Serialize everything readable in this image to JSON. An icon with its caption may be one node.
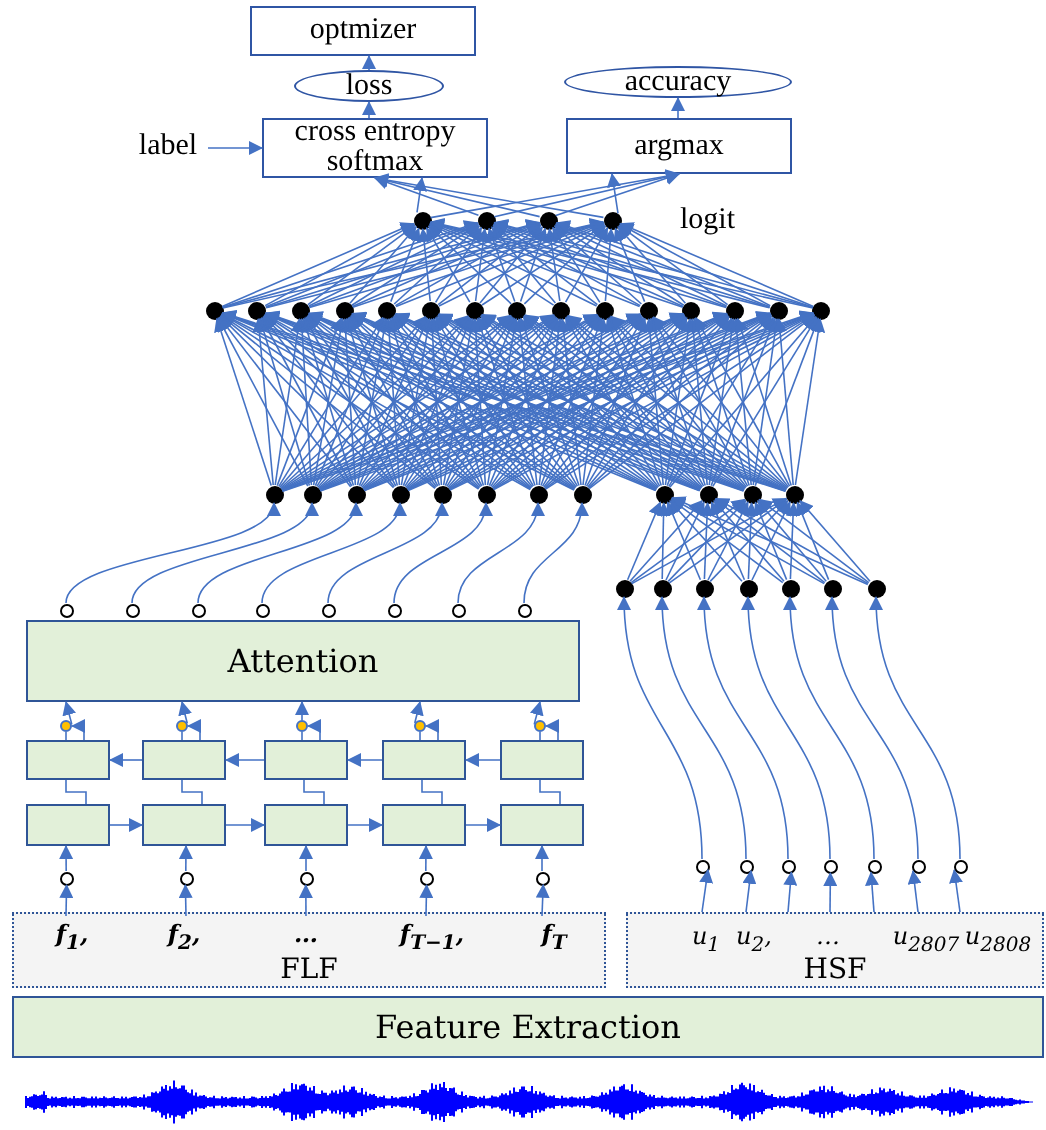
{
  "diagram": {
    "nodes": [
      {
        "text": [
          "optmizer"
        ]
      },
      {
        "text": [
          "loss"
        ]
      },
      {
        "text": [
          "accuracy"
        ]
      },
      {
        "text": [
          "cross entropy softmax"
        ]
      },
      {
        "text": [
          "argmax"
        ]
      },
      {
        "text": [
          "label"
        ]
      },
      {
        "text": [],
        "shape": "circle"
      },
      {
        "text": [],
        "shape": "circle"
      },
      {
        "text": [],
        "shape": "circle"
      },
      {
        "text": [],
        "shape": "circle"
      },
      {
        "text": [],
        "shape": "circle"
      },
      {
        "text": [],
        "shape": "circle"
      },
      {
        "text": [],
        "shape": "circle"
      },
      {
        "text": [],
        "shape": "circle"
      },
      {
        "text": [],
        "shape": "circle"
      },
      {
        "text": [],
        "shape": "circle"
      },
      {
        "text": [],
        "shape": "circle"
      },
      {
        "text": [],
        "shape": "circle"
      },
      {
        "text": [],
        "shape": "circle"
      },
      {
        "text": [],
        "shape": "circle"
      },
      {
        "text": [],
        "shape": "circle"
      },
      {
        "text": [],
        "shape": "circle"
      },
      {
        "text": [],
        "shape": "circle"
      },
      {
        "text": [],
        "shape": "circle"
      },
      {
        "text": [],
        "shape": "circle"
      },
      {
        "text": [],
        "shape": "circle"
      },
      {
        "text": [],
        "shape": "circle"
      },
      {
        "text": [],
        "shape": "circle"
      },
      {
        "text": [],
        "shape": "circle"
      },
      {
        "text": [],
        "shape": "circle"
      },
      {
        "text": [],
        "shape": "circle"
      },
      {
        "text": [],
        "shape": "circle"
      },
      {
        "text": [],
        "shape": "circle"
      },
      {
        "text": [],
        "shape": "circle"
      },
      {
        "text": [],
        "shape": "circle"
      },
      {
        "text": [],
        "shape": "circle"
      },
      {
        "text": [],
        "shape": "circle"
      },
      {
        "text": [],
        "shape": "circle"
      },
      {
        "text": [],
        "shape": "circle"
      },
      {
        "text": [],
        "shape": "circle"
      },
      {
        "text": [],
        "shape": "circle"
      },
      {
        "text": [],
        "shape": "circle"
      },
      {
        "text": [],
        "shape": "circle"
      },
      {
        "text": [],
        "shape": "circle"
      },
      {
        "text": [],
        "shape": "circle"
      },
      {
        "text": [],
        "shape": "circle"
      },
      {
        "text": [],
        "shape": "circle"
      },
      {
        "text": [],
        "shape": "circle"
      },
      {
        "text": [],
        "shape": "circle"
      },
      {
        "text": [],
        "shape": "circle"
      },
      {
        "text": [],
        "shape": "circle"
      },
      {
        "text": [],
        "shape": "circle"
      },
      {
        "text": [
          "Attention"
        ]
      },
      {
        "text": [],
        "shape": "circle"
      },
      {
        "text": [],
        "shape": "circle"
      },
      {
        "text": [],
        "shape": "circle"
      },
      {
        "text": [],
        "shape": "circle"
      },
      {
        "text": [],
        "shape": "circle"
      },
      {
        "text": [],
        "shape": "box"
      },
      {
        "text": [],
        "shape": "box"
      },
      {
        "text": [],
        "shape": "box"
      },
      {
        "text": [],
        "shape": "box"
      },
      {
        "text": [],
        "shape": "box"
      },
      {
        "text": [],
        "shape": "box"
      },
      {
        "text": [],
        "shape": "box"
      },
      {
        "text": [],
        "shape": "box"
      },
      {
        "text": [],
        "shape": "box"
      },
      {
        "text": [],
        "shape": "box"
      },
      {
        "text": [],
        "shape": "circle"
      },
      {
        "text": [],
        "shape": "circle"
      },
      {
        "text": [],
        "shape": "circle"
      },
      {
        "text": [],
        "shape": "circle"
      },
      {
        "text": [],
        "shape": "circle"
      },
      {
        "text": [],
        "shape": "circle"
      },
      {
        "text": [],
        "shape": "circle"
      },
      {
        "text": [],
        "shape": "circle"
      },
      {
        "text": [],
        "shape": "circle"
      },
      {
        "text": [],
        "shape": "circle"
      },
      {
        "text": [],
        "shape": "circle"
      },
      {
        "text": [],
        "shape": "circle"
      },
      {
        "text": [
          "FLF"
        ]
      },
      {
        "text": [
          "f$_{1}$,"
        ],
        "in": 80
      },
      {
        "text": [
          "f$_{2}$,"
        ],
        "in": 80
      },
      {
        "text": [
          "…"
        ],
        "in": 80
      },
      {
        "text": [
          "f$_{T−1}$,"
        ],
        "in": 80
      },
      {
        "text": [
          "f$_{T}$"
        ],
        "in": 80
      },
      {
        "text": [
          "HSF"
        ]
      },
      {
        "text": [
          "u$_{1}$"
        ],
        "in": 86
      },
      {
        "text": [
          "u$_{2}$,"
        ],
        "in": 86
      },
      {
        "text": [
          "…"
        ],
        "in": 86
      },
      {
        "text": [
          "u$_{2807}$"
        ],
        "in": 86
      },
      {
        "text": [
          "u$_{2808}$"
        ],
        "in": 86
      },
      {
        "text": [
          "Feature Extraction"
        ]
      }
    ],
    "edges": [
      {
        "from": 3,
        "to": 1,
        "arrow": "to"
      },
      {
        "from": 1,
        "to": 0,
        "arrow": "to"
      },
      {
        "from": 4,
        "to": 2,
        "arrow": "to"
      },
      {
        "from": 5,
        "to": 3,
        "arrow": "to"
      },
      {
        "from": 6,
        "to": 3,
        "arrow": "to"
      },
      {
        "from": 6,
        "to": 4,
        "arrow": "to"
      },
      {
        "from": 7,
        "to": 3,
        "arrow": "to"
      },
      {
        "from": 7,
        "to": 4,
        "arrow": "to"
      },
      {
        "from": 8,
        "to": 3,
        "arrow": "to"
      },
      {
        "from": 8,
        "to": 4,
        "arrow": "to"
      },
      {
        "from": 9,
        "to": 3,
        "arrow": "to"
      },
      {
        "from": 9,
        "to": 4,
        "arrow": "to"
      },
      {
        "from": 10,
        "to": 6,
        "arrow": "to"
      },
      {
        "from": 10,
        "to": 7,
        "arrow": "to"
      },
      {
        "from": 10,
        "to": 8,
        "arrow": "to"
      },
      {
        "from": 10,
        "to": 9,
        "arrow": "to"
      },
      {
        "from": 11,
        "to": 6,
        "arrow": "to"
      },
      {
        "from": 11,
        "to": 7,
        "arrow": "to"
      },
      {
        "from": 11,
        "to": 8,
        "arrow": "to"
      },
      {
        "from": 11,
        "to": 9,
        "arrow": "to"
      },
      {
        "from": 12,
        "to": 6,
        "arrow": "to"
      },
      {
        "from": 12,
        "to": 7,
        "arrow": "to"
      },
      {
        "from": 12,
        "to": 8,
        "arrow": "to"
      },
      {
        "from": 12,
        "to": 9,
        "arrow": "to"
      },
      {
        "from": 13,
        "to": 6,
        "arrow": "to"
      },
      {
        "from": 13,
        "to": 7,
        "arrow": "to"
      },
      {
        "from": 13,
        "to": 8,
        "arrow": "to"
      },
      {
        "from": 13,
        "to": 9,
        "arrow": "to"
      },
      {
        "from": 14,
        "to": 6,
        "arrow": "to"
      },
      {
        "from": 14,
        "to": 7,
        "arrow": "to"
      },
      {
        "from": 14,
        "to": 8,
        "arrow": "to"
      },
      {
        "from": 14,
        "to": 9,
        "arrow": "to"
      },
      {
        "from": 15,
        "to": 6,
        "arrow": "to"
      },
      {
        "from": 15,
        "to": 7,
        "arrow": "to"
      },
      {
        "from": 15,
        "to": 8,
        "arrow": "to"
      },
      {
        "from": 15,
        "to": 9,
        "arrow": "to"
      },
      {
        "from": 16,
        "to": 6,
        "arrow": "to"
      },
      {
        "from": 16,
        "to": 7,
        "arrow": "to"
      },
      {
        "from": 16,
        "to": 8,
        "arrow": "to"
      },
      {
        "from": 16,
        "to": 9,
        "arrow": "to"
      },
      {
        "from": 17,
        "to": 6,
        "arrow": "to"
      },
      {
        "from": 17,
        "to": 7,
        "arrow": "to"
      },
      {
        "from": 17,
        "to": 8,
        "arrow": "to"
      },
      {
        "from": 17,
        "to": 9,
        "arrow": "to"
      },
      {
        "from": 18,
        "to": 6,
        "arrow": "to"
      },
      {
        "from": 18,
        "to": 7,
        "arrow": "to"
      },
      {
        "from": 18,
        "to": 8,
        "arrow": "to"
      },
      {
        "from": 18,
        "to": 9,
        "arrow": "to"
      },
      {
        "from": 19,
        "to": 6,
        "arrow": "to"
      },
      {
        "from": 19,
        "to": 7,
        "arrow": "to"
      },
      {
        "from": 19,
        "to": 8,
        "arrow": "to"
      },
      {
        "from": 19,
        "to": 9,
        "arrow": "to"
      },
      {
        "from": 20,
        "to": 6,
        "arrow": "to"
      },
      {
        "from": 20,
        "to": 7,
        "arrow": "to"
      },
      {
        "from": 20,
        "to": 8,
        "arrow": "to"
      },
      {
        "from": 20,
        "to": 9,
        "arrow": "to"
      },
      {
        "from": 21,
        "to": 6,
        "arrow": "to"
      },
      {
        "from": 21,
        "to": 7,
        "arrow": "to"
      },
      {
        "from": 21,
        "to": 8,
        "arrow": "to"
      },
      {
        "from": 21,
        "to": 9,
        "arrow": "to"
      },
      {
        "from": 22,
        "to": 6,
        "arrow": "to"
      },
      {
        "from": 22,
        "to": 7,
        "arrow": "to"
      },
      {
        "from": 22,
        "to": 8,
        "arrow": "to"
      },
      {
        "from": 22,
        "to": 9,
        "arrow": "to"
      },
      {
        "from": 23,
        "to": 6,
        "arrow": "to"
      },
      {
        "from": 23,
        "to": 7,
        "arrow": "to"
      },
      {
        "from": 23,
        "to": 8,
        "arrow": "to"
      },
      {
        "from": 23,
        "to": 9,
        "arrow": "to"
      },
      {
        "from": 24,
        "to": 6,
        "arrow": "to"
      },
      {
        "from": 24,
        "to": 7,
        "arrow": "to"
      },
      {
        "from": 24,
        "to": 8,
        "arrow": "to"
      },
      {
        "from": 24,
        "to": 9,
        "arrow": "to"
      },
      {
        "from": 25,
        "to": 10,
        "arrow": "to"
      },
      {
        "from": 25,
        "to": 11,
        "arrow": "to"
      },
      {
        "from": 25,
        "to": 12,
        "arrow": "to"
      },
      {
        "from": 25,
        "to": 13,
        "arrow": "to"
      },
      {
        "from": 25,
        "to": 14,
        "arrow": "to"
      },
      {
        "from": 25,
        "to": 15,
        "arrow": "to"
      },
      {
        "from": 25,
        "to": 16,
        "arrow": "to"
      },
      {
        "from": 25,
        "to": 17,
        "arrow": "to"
      },
      {
        "from": 25,
        "to": 18,
        "arrow": "to"
      },
      {
        "from": 25,
        "to": 19,
        "arrow": "to"
      },
      {
        "from": 25,
        "to": 20,
        "arrow": "to"
      },
      {
        "from": 25,
        "to": 21,
        "arrow": "to"
      },
      {
        "from": 25,
        "to": 22,
        "arrow": "to"
      },
      {
        "from": 25,
        "to": 23,
        "arrow": "to"
      },
      {
        "from": 25,
        "to": 24,
        "arrow": "to"
      },
      {
        "from": 26,
        "to": 10,
        "arrow": "to"
      },
      {
        "from": 26,
        "to": 11,
        "arrow": "to"
      },
      {
        "from": 26,
        "to": 12,
        "arrow": "to"
      },
      {
        "from": 26,
        "to": 13,
        "arrow": "to"
      },
      {
        "from": 26,
        "to": 14,
        "arrow": "to"
      },
      {
        "from": 26,
        "to": 15,
        "arrow": "to"
      },
      {
        "from": 26,
        "to": 16,
        "arrow": "to"
      },
      {
        "from": 26,
        "to": 17,
        "arrow": "to"
      },
      {
        "from": 26,
        "to": 18,
        "arrow": "to"
      },
      {
        "from": 26,
        "to": 19,
        "arrow": "to"
      },
      {
        "from": 26,
        "to": 20,
        "arrow": "to"
      },
      {
        "from": 26,
        "to": 21,
        "arrow": "to"
      },
      {
        "from": 26,
        "to": 22,
        "arrow": "to"
      },
      {
        "from": 26,
        "to": 23,
        "arrow": "to"
      },
      {
        "from": 26,
        "to": 24,
        "arrow": "to"
      },
      {
        "from": 27,
        "to": 10,
        "arrow": "to"
      },
      {
        "from": 27,
        "to": 11,
        "arrow": "to"
      },
      {
        "from": 27,
        "to": 12,
        "arrow": "to"
      },
      {
        "from": 27,
        "to": 13,
        "arrow": "to"
      },
      {
        "from": 27,
        "to": 14,
        "arrow": "to"
      },
      {
        "from": 27,
        "to": 15,
        "arrow": "to"
      },
      {
        "from": 27,
        "to": 16,
        "arrow": "to"
      },
      {
        "from": 27,
        "to": 17,
        "arrow": "to"
      },
      {
        "from": 27,
        "to": 18,
        "arrow": "to"
      },
      {
        "from": 27,
        "to": 19,
        "arrow": "to"
      },
      {
        "from": 27,
        "to": 20,
        "arrow": "to"
      },
      {
        "from": 27,
        "to": 21,
        "arrow": "to"
      },
      {
        "from": 27,
        "to": 22,
        "arrow": "to"
      },
      {
        "from": 27,
        "to": 23,
        "arrow": "to"
      },
      {
        "from": 27,
        "to": 24,
        "arrow": "to"
      },
      {
        "from": 28,
        "to": 10,
        "arrow": "to"
      },
      {
        "from": 28,
        "to": 11,
        "arrow": "to"
      },
      {
        "from": 28,
        "to": 12,
        "arrow": "to"
      },
      {
        "from": 28,
        "to": 13,
        "arrow": "to"
      },
      {
        "from": 28,
        "to": 14,
        "arrow": "to"
      },
      {
        "from": 28,
        "to": 15,
        "arrow": "to"
      },
      {
        "from": 28,
        "to": 16,
        "arrow": "to"
      },
      {
        "from": 28,
        "to": 17,
        "arrow": "to"
      },
      {
        "from": 28,
        "to": 18,
        "arrow": "to"
      },
      {
        "from": 28,
        "to": 19,
        "arrow": "to"
      },
      {
        "from": 28,
        "to": 20,
        "arrow": "to"
      },
      {
        "from": 28,
        "to": 21,
        "arrow": "to"
      },
      {
        "from": 28,
        "to": 22,
        "arrow": "to"
      },
      {
        "from": 28,
        "to": 23,
        "arrow": "to"
      },
      {
        "from": 28,
        "to": 24,
        "arrow": "to"
      },
      {
        "from": 29,
        "to": 10,
        "arrow": "to"
      },
      {
        "from": 29,
        "to": 11,
        "arrow": "to"
      },
      {
        "from": 29,
        "to": 12,
        "arrow": "to"
      },
      {
        "from": 29,
        "to": 13,
        "arrow": "to"
      },
      {
        "from": 29,
        "to": 14,
        "arrow": "to"
      },
      {
        "from": 29,
        "to": 15,
        "arrow": "to"
      },
      {
        "from": 29,
        "to": 16,
        "arrow": "to"
      },
      {
        "from": 29,
        "to": 17,
        "arrow": "to"
      },
      {
        "from": 29,
        "to": 18,
        "arrow": "to"
      },
      {
        "from": 29,
        "to": 19,
        "arrow": "to"
      },
      {
        "from": 29,
        "to": 20,
        "arrow": "to"
      },
      {
        "from": 29,
        "to": 21,
        "arrow": "to"
      },
      {
        "from": 29,
        "to": 22,
        "arrow": "to"
      },
      {
        "from": 29,
        "to": 23,
        "arrow": "to"
      },
      {
        "from": 29,
        "to": 24,
        "arrow": "to"
      },
      {
        "from": 30,
        "to": 10,
        "arrow": "to"
      },
      {
        "from": 30,
        "to": 11,
        "arrow": "to"
      },
      {
        "from": 30,
        "to": 12,
        "arrow": "to"
      },
      {
        "from": 30,
        "to": 13,
        "arrow": "to"
      },
      {
        "from": 30,
        "to": 14,
        "arrow": "to"
      },
      {
        "from": 30,
        "to": 15,
        "arrow": "to"
      },
      {
        "from": 30,
        "to": 16,
        "arrow": "to"
      },
      {
        "from": 30,
        "to": 17,
        "arrow": "to"
      },
      {
        "from": 30,
        "to": 18,
        "arrow": "to"
      },
      {
        "from": 30,
        "to": 19,
        "arrow": "to"
      },
      {
        "from": 30,
        "to": 20,
        "arrow": "to"
      },
      {
        "from": 30,
        "to": 21,
        "arrow": "to"
      },
      {
        "from": 30,
        "to": 22,
        "arrow": "to"
      },
      {
        "from": 30,
        "to": 23,
        "arrow": "to"
      },
      {
        "from": 30,
        "to": 24,
        "arrow": "to"
      },
      {
        "from": 31,
        "to": 10,
        "arrow": "to"
      },
      {
        "from": 31,
        "to": 11,
        "arrow": "to"
      },
      {
        "from": 31,
        "to": 12,
        "arrow": "to"
      },
      {
        "from": 31,
        "to": 13,
        "arrow": "to"
      },
      {
        "from": 31,
        "to": 14,
        "arrow": "to"
      },
      {
        "from": 31,
        "to": 15,
        "arrow": "to"
      },
      {
        "from": 31,
        "to": 16,
        "arrow": "to"
      },
      {
        "from": 31,
        "to": 17,
        "arrow": "to"
      },
      {
        "from": 31,
        "to": 18,
        "arrow": "to"
      },
      {
        "from": 31,
        "to": 19,
        "arrow": "to"
      },
      {
        "from": 31,
        "to": 20,
        "arrow": "to"
      },
      {
        "from": 31,
        "to": 21,
        "arrow": "to"
      },
      {
        "from": 31,
        "to": 22,
        "arrow": "to"
      },
      {
        "from": 31,
        "to": 23,
        "arrow": "to"
      },
      {
        "from": 31,
        "to": 24,
        "arrow": "to"
      },
      {
        "from": 32,
        "to": 10,
        "arrow": "to"
      },
      {
        "from": 32,
        "to": 11,
        "arrow": "to"
      },
      {
        "from": 32,
        "to": 12,
        "arrow": "to"
      },
      {
        "from": 32,
        "to": 13,
        "arrow": "to"
      },
      {
        "from": 32,
        "to": 14,
        "arrow": "to"
      },
      {
        "from": 32,
        "to": 15,
        "arrow": "to"
      },
      {
        "from": 32,
        "to": 16,
        "arrow": "to"
      },
      {
        "from": 32,
        "to": 17,
        "arrow": "to"
      },
      {
        "from": 32,
        "to": 18,
        "arrow": "to"
      },
      {
        "from": 32,
        "to": 19,
        "arrow": "to"
      },
      {
        "from": 32,
        "to": 20,
        "arrow": "to"
      },
      {
        "from": 32,
        "to": 21,
        "arrow": "to"
      },
      {
        "from": 32,
        "to": 22,
        "arrow": "to"
      },
      {
        "from": 32,
        "to": 23,
        "arrow": "to"
      },
      {
        "from": 32,
        "to": 24,
        "arrow": "to"
      },
      {
        "from": 33,
        "to": 10,
        "arrow": "to"
      },
      {
        "from": 33,
        "to": 11,
        "arrow": "to"
      },
      {
        "from": 33,
        "to": 12,
        "arrow": "to"
      },
      {
        "from": 33,
        "to": 13,
        "arrow": "to"
      },
      {
        "from": 33,
        "to": 14,
        "arrow": "to"
      },
      {
        "from": 33,
        "to": 15,
        "arrow": "to"
      },
      {
        "from": 33,
        "to": 16,
        "arrow": "to"
      },
      {
        "from": 33,
        "to": 17,
        "arrow": "to"
      },
      {
        "from": 33,
        "to": 18,
        "arrow": "to"
      },
      {
        "from": 33,
        "to": 19,
        "arrow": "to"
      },
      {
        "from": 33,
        "to": 20,
        "arrow": "to"
      },
      {
        "from": 33,
        "to": 21,
        "arrow": "to"
      },
      {
        "from": 33,
        "to": 22,
        "arrow": "to"
      },
      {
        "from": 33,
        "to": 23,
        "arrow": "to"
      },
      {
        "from": 33,
        "to": 24,
        "arrow": "to"
      },
      {
        "from": 34,
        "to": 10,
        "arrow": "to"
      },
      {
        "from": 34,
        "to": 11,
        "arrow": "to"
      },
      {
        "from": 34,
        "to": 12,
        "arrow": "to"
      },
      {
        "from": 34,
        "to": 13,
        "arrow": "to"
      },
      {
        "from": 34,
        "to": 14,
        "arrow": "to"
      },
      {
        "from": 34,
        "to": 15,
        "arrow": "to"
      },
      {
        "from": 34,
        "to": 16,
        "arrow": "to"
      },
      {
        "from": 34,
        "to": 17,
        "arrow": "to"
      },
      {
        "from": 34,
        "to": 18,
        "arrow": "to"
      },
      {
        "from": 34,
        "to": 19,
        "arrow": "to"
      },
      {
        "from": 34,
        "to": 20,
        "arrow": "to"
      },
      {
        "from": 34,
        "to": 21,
        "arrow": "to"
      },
      {
        "from": 34,
        "to": 22,
        "arrow": "to"
      },
      {
        "from": 34,
        "to": 23,
        "arrow": "to"
      },
      {
        "from": 34,
        "to": 24,
        "arrow": "to"
      },
      {
        "from": 35,
        "to": 10,
        "arrow": "to"
      },
      {
        "from": 35,
        "to": 11,
        "arrow": "to"
      },
      {
        "from": 35,
        "to": 12,
        "arrow": "to"
      },
      {
        "from": 35,
        "to": 13,
        "arrow": "to"
      },
      {
        "from": 35,
        "to": 14,
        "arrow": "to"
      },
      {
        "from": 35,
        "to": 15,
        "arrow": "to"
      },
      {
        "from": 35,
        "to": 16,
        "arrow": "to"
      },
      {
        "from": 35,
        "to": 17,
        "arrow": "to"
      },
      {
        "from": 35,
        "to": 18,
        "arrow": "to"
      },
      {
        "from": 35,
        "to": 19,
        "arrow": "to"
      },
      {
        "from": 35,
        "to": 20,
        "arrow": "to"
      },
      {
        "from": 35,
        "to": 21,
        "arrow": "to"
      },
      {
        "from": 35,
        "to": 22,
        "arrow": "to"
      },
      {
        "from": 35,
        "to": 23,
        "arrow": "to"
      },
      {
        "from": 35,
        "to": 24,
        "arrow": "to"
      },
      {
        "from": 36,
        "to": 10,
        "arrow": "to"
      },
      {
        "from": 36,
        "to": 11,
        "arrow": "to"
      },
      {
        "from": 36,
        "to": 12,
        "arrow": "to"
      },
      {
        "from": 36,
        "to": 13,
        "arrow": "to"
      },
      {
        "from": 36,
        "to": 14,
        "arrow": "to"
      },
      {
        "from": 36,
        "to": 15,
        "arrow": "to"
      },
      {
        "from": 36,
        "to": 16,
        "arrow": "to"
      },
      {
        "from": 36,
        "to": 17,
        "arrow": "to"
      },
      {
        "from": 36,
        "to": 18,
        "arrow": "to"
      },
      {
        "from": 36,
        "to": 19,
        "arrow": "to"
      },
      {
        "from": 36,
        "to": 20,
        "arrow": "to"
      },
      {
        "from": 36,
        "to": 21,
        "arrow": "to"
      },
      {
        "from": 36,
        "to": 22,
        "arrow": "to"
      },
      {
        "from": 36,
        "to": 23,
        "arrow": "to"
      },
      {
        "from": 36,
        "to": 24,
        "arrow": "to"
      },
      {
        "from": 37,
        "to": 33,
        "arrow": "to"
      },
      {
        "from": 37,
        "to": 34,
        "arrow": "to"
      },
      {
        "from": 37,
        "to": 35,
        "arrow": "to"
      },
      {
        "from": 37,
        "to": 36,
        "arrow": "to"
      },
      {
        "from": 38,
        "to": 33,
        "arrow": "to"
      },
      {
        "from": 38,
        "to": 34,
        "arrow": "to"
      },
      {
        "from": 38,
        "to": 35,
        "arrow": "to"
      },
      {
        "from": 38,
        "to": 36,
        "arrow": "to"
      },
      {
        "from": 39,
        "to": 33,
        "arrow": "to"
      },
      {
        "from": 39,
        "to": 34,
        "arrow": "to"
      },
      {
        "from": 39,
        "to": 35,
        "arrow": "to"
      },
      {
        "from": 39,
        "to": 36,
        "arrow": "to"
      },
      {
        "from": 40,
        "to": 33,
        "arrow": "to"
      },
      {
        "from": 40,
        "to": 34,
        "arrow": "to"
      },
      {
        "from": 40,
        "to": 35,
        "arrow": "to"
      },
      {
        "from": 40,
        "to": 36,
        "arrow": "to"
      },
      {
        "from": 41,
        "to": 33,
        "arrow": "to"
      },
      {
        "from": 41,
        "to": 34,
        "arrow": "to"
      },
      {
        "from": 41,
        "to": 35,
        "arrow": "to"
      },
      {
        "from": 41,
        "to": 36,
        "arrow": "to"
      },
      {
        "from": 42,
        "to": 33,
        "arrow": "to"
      },
      {
        "from": 42,
        "to": 34,
        "arrow": "to"
      },
      {
        "from": 42,
        "to": 35,
        "arrow": "to"
      },
      {
        "from": 42,
        "to": 36,
        "arrow": "to"
      },
      {
        "from": 43,
        "to": 33,
        "arrow": "to"
      },
      {
        "from": 43,
        "to": 34,
        "arrow": "to"
      },
      {
        "from": 43,
        "to": 35,
        "arrow": "to"
      },
      {
        "from": 43,
        "to": 36,
        "arrow": "to"
      },
      {
        "from": 44,
        "to": 25,
        "arrow": "to"
      },
      {
        "from": 45,
        "to": 26,
        "arrow": "to"
      },
      {
        "from": 46,
        "to": 27,
        "arrow": "to"
      },
      {
        "from": 47,
        "to": 28,
        "arrow": "to"
      },
      {
        "from": 48,
        "to": 29,
        "arrow": "to"
      },
      {
        "from": 49,
        "to": 30,
        "arrow": "to"
      },
      {
        "from": 50,
        "to": 31,
        "arrow": "to"
      },
      {
        "from": 51,
        "to": 32,
        "arrow": "to"
      },
      {
        "from": 73,
        "to": 37,
        "arrow": "to"
      },
      {
        "from": 74,
        "to": 38,
        "arrow": "to"
      },
      {
        "from": 75,
        "to": 39,
        "arrow": "to"
      },
      {
        "from": 76,
        "to": 40,
        "arrow": "to"
      },
      {
        "from": 77,
        "to": 41,
        "arrow": "to"
      },
      {
        "from": 78,
        "to": 42,
        "arrow": "to"
      },
      {
        "from": 79,
        "to": 43,
        "arrow": "to"
      },
      {
        "from": 53,
        "to": 52,
        "arrow": "to"
      },
      {
        "from": 54,
        "to": 52,
        "arrow": "to"
      },
      {
        "from": 55,
        "to": 52,
        "arrow": "to"
      },
      {
        "from": 56,
        "to": 52,
        "arrow": "to"
      },
      {
        "from": 57,
        "to": 52,
        "arrow": "to"
      },
      {
        "from": 58,
        "to": 53,
        "arrow": "none"
      },
      {
        "from": 58,
        "to": 53,
        "arrow": "to"
      },
      {
        "from": 59,
        "to": 54,
        "arrow": "none"
      },
      {
        "from": 59,
        "to": 54,
        "arrow": "to"
      },
      {
        "from": 60,
        "to": 55,
        "arrow": "none"
      },
      {
        "from": 60,
        "to": 55,
        "arrow": "to"
      },
      {
        "from": 61,
        "to": 56,
        "arrow": "none"
      },
      {
        "from": 61,
        "to": 56,
        "arrow": "to"
      },
      {
        "from": 62,
        "to": 57,
        "arrow": "none"
      },
      {
        "from": 62,
        "to": 57,
        "arrow": "to"
      },
      {
        "from": 59,
        "to": 58,
        "arrow": "to"
      },
      {
        "from": 60,
        "to": 59,
        "arrow": "to"
      },
      {
        "from": 61,
        "to": 60,
        "arrow": "to"
      },
      {
        "from": 62,
        "to": 61,
        "arrow": "to"
      },
      {
        "from": 63,
        "to": 58,
        "arrow": "none"
      },
      {
        "from": 64,
        "to": 59,
        "arrow": "none"
      },
      {
        "from": 65,
        "to": 60,
        "arrow": "none"
      },
      {
        "from": 66,
        "to": 61,
        "arrow": "none"
      },
      {
        "from": 67,
        "to": 62,
        "arrow": "none"
      },
      {
        "from": 63,
        "to": 64,
        "arrow": "to"
      },
      {
        "from": 64,
        "to": 65,
        "arrow": "to"
      },
      {
        "from": 65,
        "to": 66,
        "arrow": "to"
      },
      {
        "from": 66,
        "to": 67,
        "arrow": "to"
      },
      {
        "from": 68,
        "to": 63,
        "arrow": "to"
      },
      {
        "from": 69,
        "to": 64,
        "arrow": "to"
      },
      {
        "from": 70,
        "to": 65,
        "arrow": "to"
      },
      {
        "from": 71,
        "to": 66,
        "arrow": "to"
      },
      {
        "from": 72,
        "to": 67,
        "arrow": "to"
      },
      {
        "from": 81,
        "to": 68,
        "arrow": "to"
      },
      {
        "from": 82,
        "to": 69,
        "arrow": "to"
      },
      {
        "from": 83,
        "to": 70,
        "arrow": "to"
      },
      {
        "from": 84,
        "to": 71,
        "arrow": "to"
      },
      {
        "from": 85,
        "to": 72,
        "arrow": "to"
      },
      {
        "from": 86,
        "to": 73,
        "arrow": "to"
      },
      {
        "from": 86,
        "to": 74,
        "arrow": "to"
      },
      {
        "from": 86,
        "to": 75,
        "arrow": "to"
      },
      {
        "from": 86,
        "to": 76,
        "arrow": "to"
      },
      {
        "from": 86,
        "to": 77,
        "arrow": "to"
      },
      {
        "from": 86,
        "to": 78,
        "arrow": "to"
      },
      {
        "from": 86,
        "to": 79,
        "arrow": "to"
      }
    ],
    "labels": [
      "logit"
    ]
  }
}
